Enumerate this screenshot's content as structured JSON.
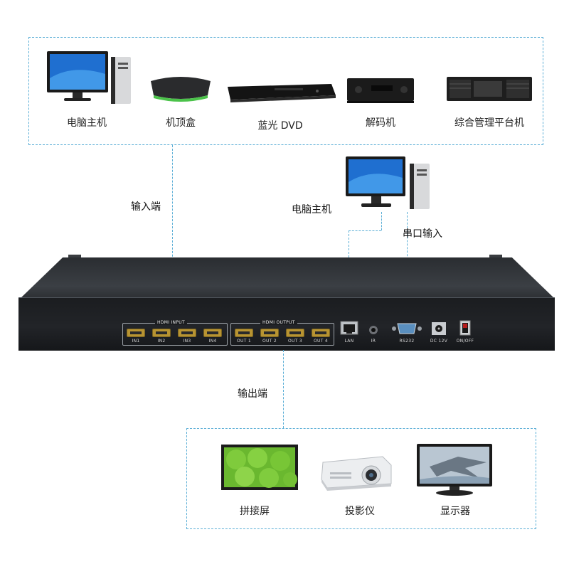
{
  "inputs": {
    "devices": [
      {
        "label": "电脑主机",
        "icon": "desktop-computer-icon"
      },
      {
        "label": "机顶盒",
        "icon": "set-top-box-icon"
      },
      {
        "label": "蓝光 DVD",
        "icon": "bluray-dvd-player-icon"
      },
      {
        "label": "解码机",
        "icon": "decoder-icon"
      },
      {
        "label": "综合管理平台机",
        "icon": "management-server-icon"
      }
    ],
    "connector_label": "输入端"
  },
  "control": {
    "pc_label": "电脑主机",
    "serial_label": "串口输入"
  },
  "matrix": {
    "input_group_title": "HDMI INPUT",
    "output_group_title": "HDMI OUTPUT",
    "input_ports": [
      "IN1",
      "IN2",
      "IN3",
      "IN4"
    ],
    "output_ports": [
      "OUT 1",
      "OUT 2",
      "OUT 3",
      "OUT 4"
    ],
    "lan_label": "LAN",
    "ir_label": "IR",
    "rs232_label": "RS232",
    "dc_label": "DC 12V",
    "power_label": "ON/OFF"
  },
  "outputs": {
    "connector_label": "输出端",
    "devices": [
      {
        "label": "拼接屏",
        "icon": "video-wall-screen-icon"
      },
      {
        "label": "投影仪",
        "icon": "projector-icon"
      },
      {
        "label": "显示器",
        "icon": "monitor-display-icon"
      }
    ]
  },
  "colors": {
    "dashed_line": "#5aaed6",
    "chassis": "#1f2124",
    "hdmi_port": "#b89432"
  }
}
